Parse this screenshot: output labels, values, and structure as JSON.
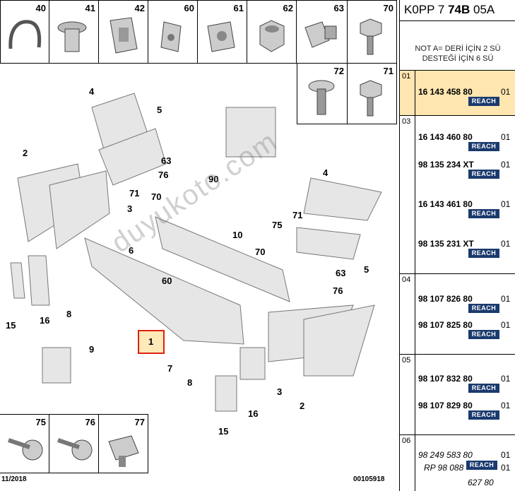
{
  "header": {
    "prefix": "K0PP 7",
    "code_bold": "74B",
    "suffix": "05A"
  },
  "note": {
    "line1": "NOT A= DERİ İÇİN 2 SÜ",
    "line2": "DESTEĞİ İÇİN 6 SÜ"
  },
  "top_cells": [
    "40",
    "41",
    "42",
    "60",
    "61",
    "62",
    "63",
    "70",
    "72",
    "71"
  ],
  "bottom_cells": [
    "75",
    "76",
    "77"
  ],
  "callouts": [
    "4",
    "5",
    "63",
    "76",
    "2",
    "71",
    "70",
    "3",
    "90",
    "10",
    "75",
    "70",
    "6",
    "60",
    "71",
    "4",
    "63",
    "5",
    "76",
    "15",
    "16",
    "8",
    "1",
    "9",
    "7",
    "8",
    "16",
    "15",
    "3",
    "2"
  ],
  "footer": {
    "date": "11/2018",
    "ref": "00105918"
  },
  "watermark": "duyukoto.com",
  "groups": [
    {
      "num": "01",
      "rows": [
        {
          "part": "16 143 458 80",
          "qty": "01",
          "reach": "REACH"
        }
      ]
    },
    {
      "num": "03",
      "rows": [
        {
          "part": "16 143 460 80",
          "qty": "01",
          "reach": "REACH"
        },
        {
          "part": "98 135 234 XT",
          "qty": "01",
          "reach": "REACH"
        },
        {
          "part": "16 143 461 80",
          "qty": "01",
          "reach": "REACH"
        },
        {
          "part": "98 135 231 XT",
          "qty": "01",
          "reach": "REACH"
        }
      ]
    },
    {
      "num": "04",
      "rows": [
        {
          "part": "98 107 826 80",
          "qty": "01",
          "reach": "REACH"
        },
        {
          "part": "98 107 825 80",
          "qty": "01",
          "reach": "REACH"
        }
      ]
    },
    {
      "num": "05",
      "rows": [
        {
          "part": "98 107 832 80",
          "qty": "01",
          "reach": "REACH"
        },
        {
          "part": "98 107 829 80",
          "qty": "01",
          "reach": "REACH"
        }
      ]
    },
    {
      "num": "06",
      "rows": [
        {
          "part": "98 249 583 80",
          "qty": "01",
          "reach": ""
        },
        {
          "part": "RP 98 088",
          "qty": "01",
          "reach": "REACH"
        }
      ]
    }
  ],
  "extra_line": "627 80"
}
